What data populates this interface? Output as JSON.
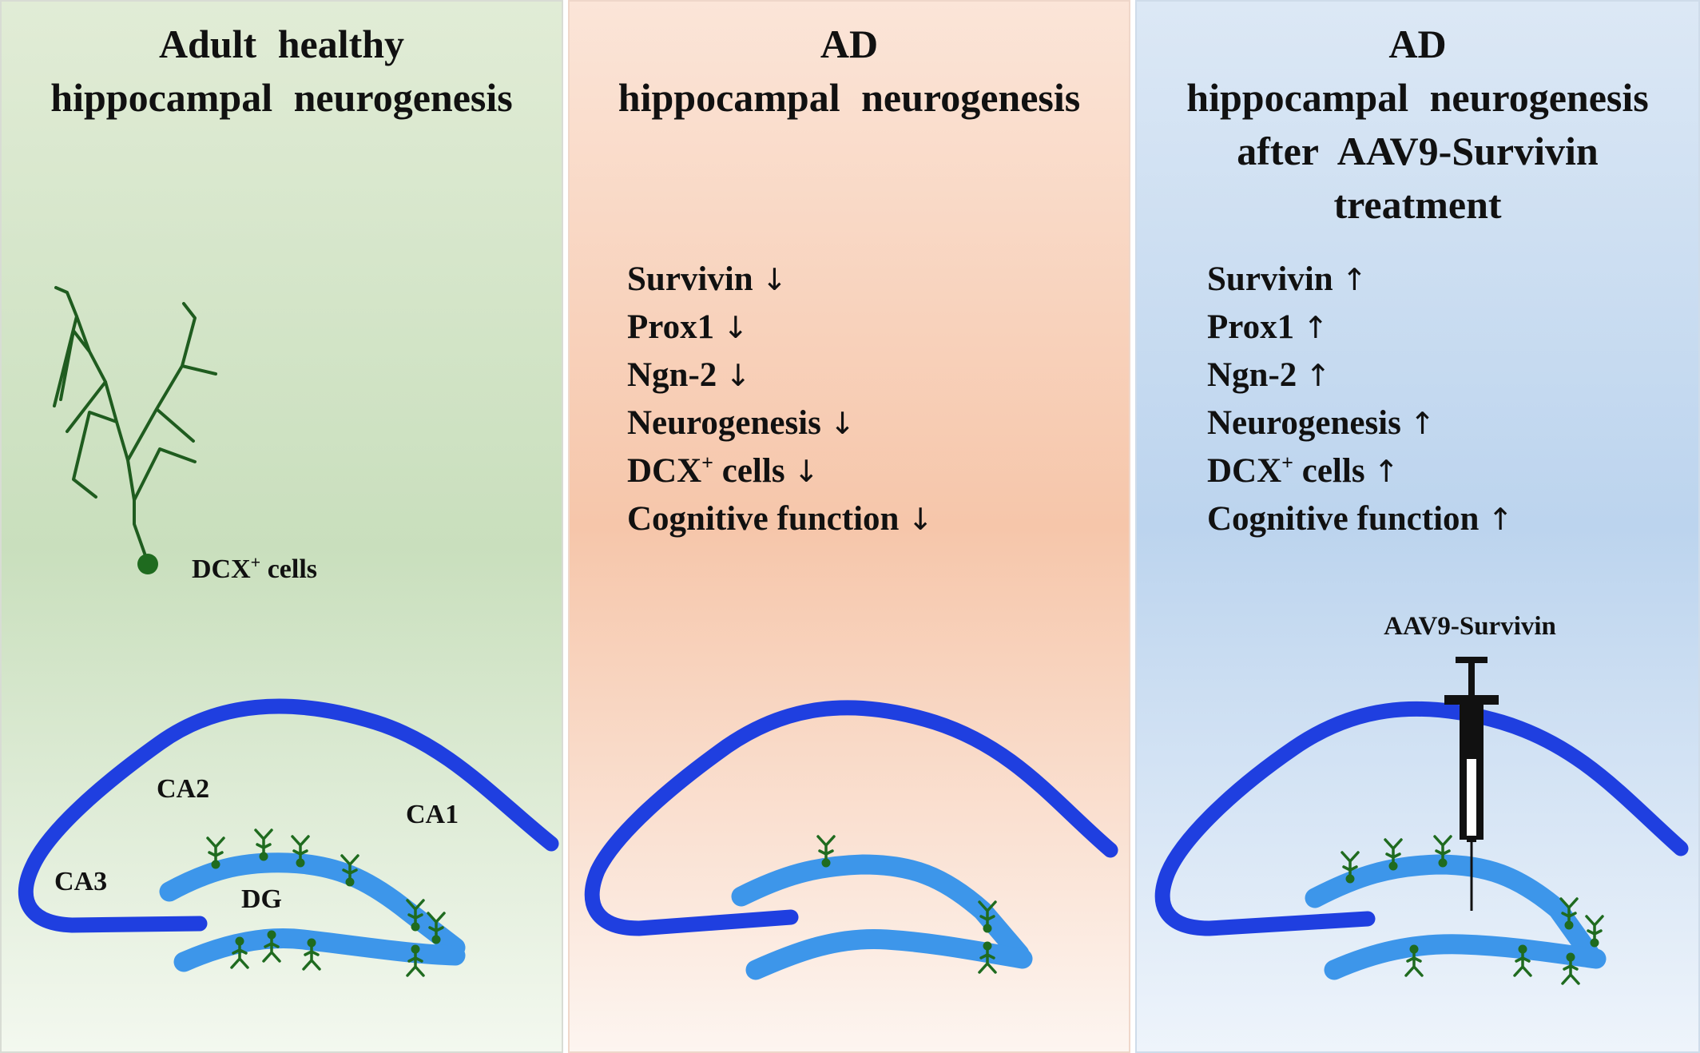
{
  "panels": [
    {
      "title_lines": [
        "Adult healthy",
        "hippocampal neurogenesis"
      ],
      "neuron_label": "DCX",
      "neuron_label_sup": "+",
      "neuron_label_suffix": " cells",
      "region_labels": {
        "ca1": "CA1",
        "ca2": "CA2",
        "ca3": "CA3",
        "dg": "DG"
      }
    },
    {
      "title_lines": [
        "AD",
        "hippocampal neurogenesis"
      ],
      "effects": [
        {
          "label": "Survivin",
          "arrow": "↓"
        },
        {
          "label": "Prox1",
          "arrow": "↓"
        },
        {
          "label": "Ngn-2",
          "arrow": "↓"
        },
        {
          "label": "Neurogenesis",
          "arrow": "↓"
        },
        {
          "label": "DCX",
          "sup": "+",
          "suffix": " cells",
          "arrow": "↓"
        },
        {
          "label": "Cognitive function",
          "arrow": "↓"
        }
      ]
    },
    {
      "title_lines": [
        "AD",
        "hippocampal neurogenesis",
        "after AAV9-Survivin",
        "treatment"
      ],
      "effects": [
        {
          "label": "Survivin",
          "arrow": "↑"
        },
        {
          "label": "Prox1",
          "arrow": "↑"
        },
        {
          "label": "Ngn-2",
          "arrow": "↑"
        },
        {
          "label": "Neurogenesis",
          "arrow": "↑"
        },
        {
          "label": "DCX",
          "sup": "+",
          "suffix": " cells",
          "arrow": "↑"
        },
        {
          "label": "Cognitive function",
          "arrow": "↑"
        }
      ],
      "syringe_label": "AAV9-Survivin"
    }
  ],
  "colors": {
    "healthy_bg": "#c9dfbd",
    "ad_bg": "#f6c6aa",
    "treated_bg": "#bcd4ee",
    "cornu_ammonis": "#1f3fe0",
    "dentate_gyrus": "#3d96ea",
    "neuron": "#1f5c1f"
  }
}
